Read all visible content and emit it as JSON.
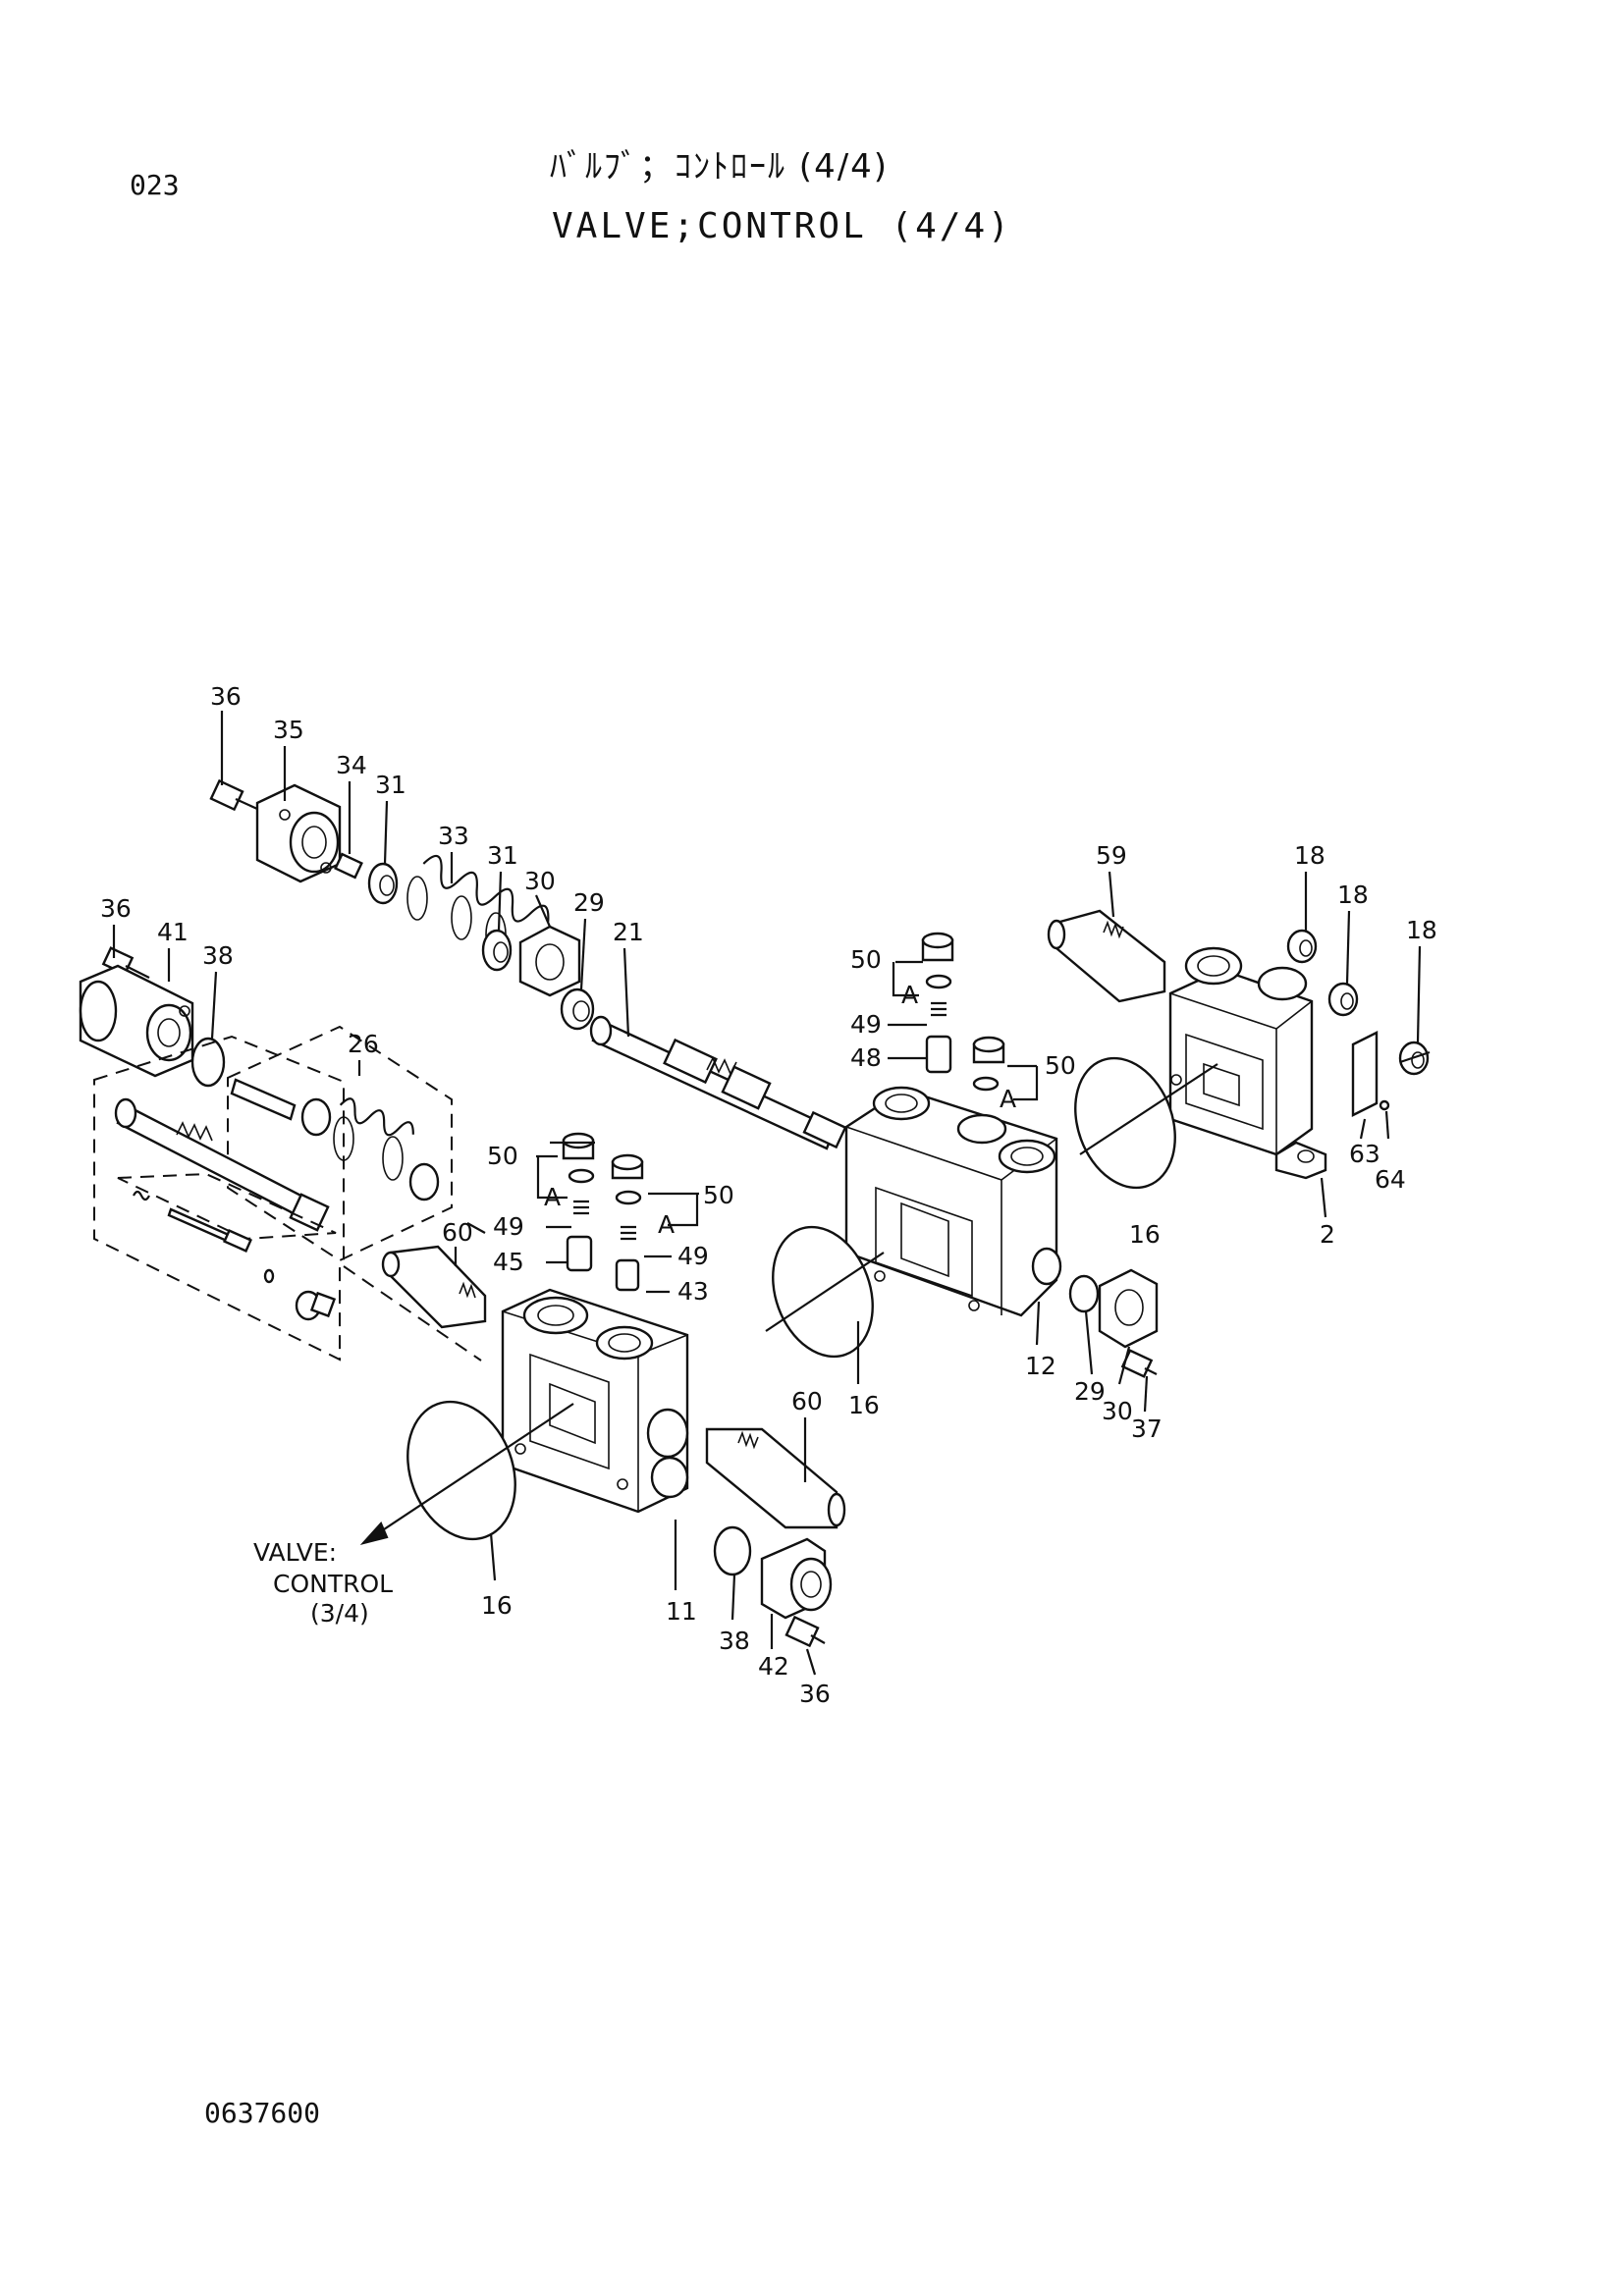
{
  "header": {
    "page_number": "023",
    "title_japanese": "ﾊﾞﾙﾌﾞ；ｺﾝﾄﾛｰﾙ (4/4)",
    "title_english": "VALVE;CONTROL (4/4)"
  },
  "footer": {
    "document_number": "0637600"
  },
  "reference_note": {
    "line1": "VALVE:",
    "line2": "CONTROL",
    "line3": "(3/4)"
  },
  "callouts": {
    "c36a": "36",
    "c35": "35",
    "c34": "34",
    "c31a": "31",
    "c33": "33",
    "c31b": "31",
    "c30a": "30",
    "c29a": "29",
    "c21": "21",
    "c36b": "36",
    "c41": "41",
    "c38a": "38",
    "c26": "26",
    "c50a": "50",
    "c49a": "49",
    "c48": "48",
    "c50b": "50",
    "cA1": "A",
    "cA2": "A",
    "c59": "59",
    "c18a": "18",
    "c18b": "18",
    "c18c": "18",
    "c50c": "50",
    "cA3": "A",
    "c50d": "50",
    "cA4": "A",
    "c49b": "49",
    "c45": "45",
    "c49c": "49",
    "c43": "43",
    "c60a": "60",
    "c16a": "16",
    "c16b": "16",
    "c16c": "16",
    "c63": "63",
    "c64": "64",
    "c2": "2",
    "c12": "12",
    "c29b": "29",
    "c30b": "30",
    "c37": "37",
    "c60b": "60",
    "c11": "11",
    "c38b": "38",
    "c42": "42",
    "c36c": "36"
  }
}
